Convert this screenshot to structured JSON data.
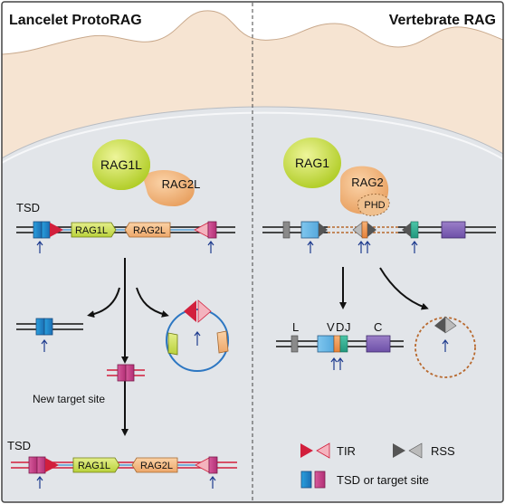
{
  "panels": {
    "left_title": "Lancelet ProtoRAG",
    "right_title": "Vertebrate RAG"
  },
  "left": {
    "protein1": "RAG1L",
    "protein2": "RAG2L",
    "tsd_label_top": "TSD",
    "gene1": "RAG1L",
    "gene2": "RAG2L",
    "new_target_site": "New target site",
    "tsd_label_bottom": "TSD",
    "gene1_bottom": "RAG1L",
    "gene2_bottom": "RAG2L"
  },
  "right": {
    "protein1": "RAG1",
    "protein2": "RAG2",
    "domain": "PHD",
    "seg_L": "L",
    "seg_V": "V",
    "seg_D": "D",
    "seg_J": "J",
    "seg_C": "C"
  },
  "legend": {
    "tir": "TIR",
    "rss": "RSS",
    "tsd": "TSD or target site"
  },
  "colors": {
    "nucleus_bg": "#e3e6ea",
    "cytoplasm": "#f6e5d4",
    "rag1": "#c9dc3a",
    "rag2": "#f2b279",
    "tsd_blue": "#2278bd",
    "tsd_pink": "#c23c82",
    "tir_red": "#d21f3c",
    "tir_pink": "#f4b3be",
    "rss_dark": "#555555",
    "rss_light": "#bbbbbb",
    "arrow_blue": "#1f3c8f"
  }
}
